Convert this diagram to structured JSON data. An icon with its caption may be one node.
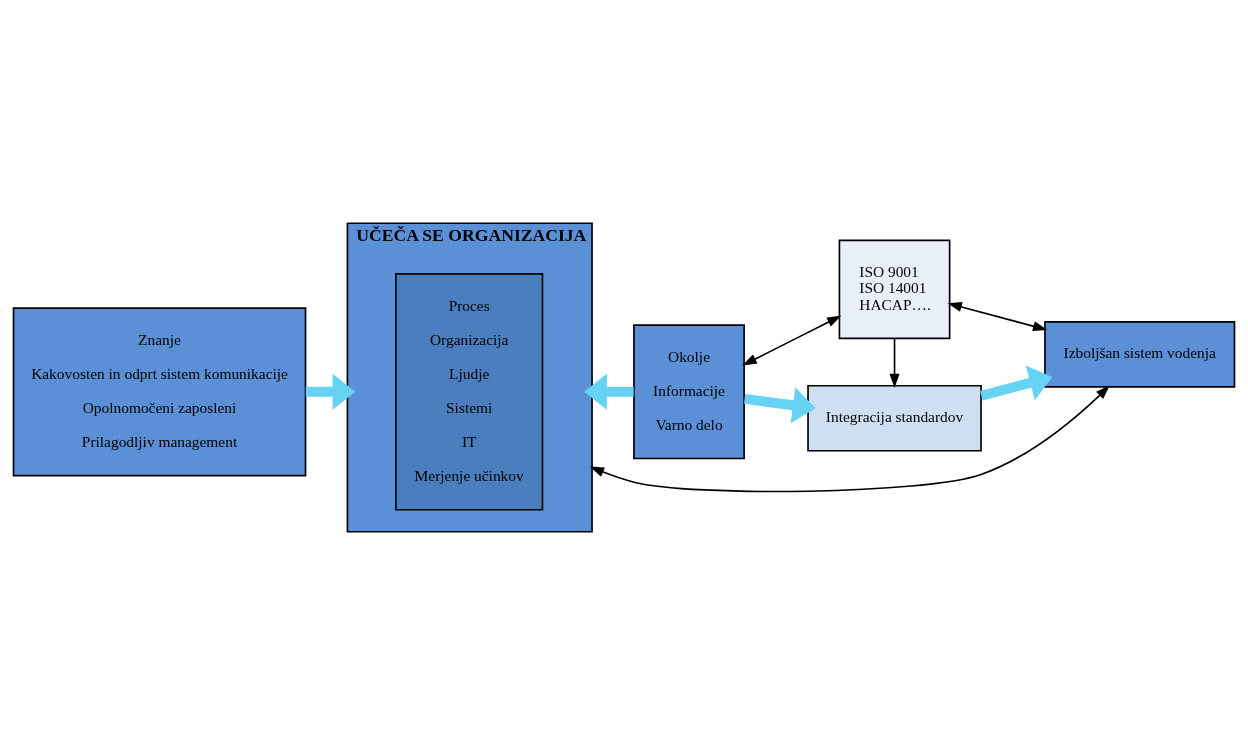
{
  "diagram": {
    "nodes": [
      {
        "text": [
          "Znanje",
          "Kakovosten in odprt sistem komunikacije",
          "Opolnomočeni zaposleni",
          "Prilagodljiv management"
        ]
      },
      {
        "text": [
          "UČEČA SE ORGANIZACIJA"
        ]
      },
      {
        "text": [
          "Proces",
          "Organizacija",
          "Ljudje",
          "Sistemi",
          "IT",
          "Merjenje učinkov"
        ],
        "in": 1
      },
      {
        "text": [
          "Okolje",
          "Informacije",
          "Varno delo"
        ]
      },
      {
        "text": [
          "ISO 9001",
          "ISO 14001",
          "HACAP…."
        ]
      },
      {
        "text": [
          "Integracija standardov"
        ]
      },
      {
        "text": [
          "Izboljšan sistem vodenja"
        ]
      }
    ],
    "edges": [
      {
        "from": 0,
        "to": 1,
        "arrow": "to",
        "style": "thick",
        "color": "#66d3f5"
      },
      {
        "from": 3,
        "to": 1,
        "arrow": "to",
        "style": "thick",
        "color": "#66d3f5"
      },
      {
        "from": 3,
        "to": 5,
        "arrow": "to",
        "style": "thick",
        "color": "#66d3f5"
      },
      {
        "from": 5,
        "to": 6,
        "arrow": "to",
        "style": "thick",
        "color": "#66d3f5"
      },
      {
        "from": 3,
        "to": 4,
        "arrow": "both",
        "color": "#000000"
      },
      {
        "from": 4,
        "to": 6,
        "arrow": "both",
        "color": "#000000"
      },
      {
        "from": 4,
        "to": 5,
        "arrow": "to",
        "color": "#000000"
      },
      {
        "from": 6,
        "to": 1,
        "arrow": "both",
        "color": "#000000"
      }
    ]
  }
}
